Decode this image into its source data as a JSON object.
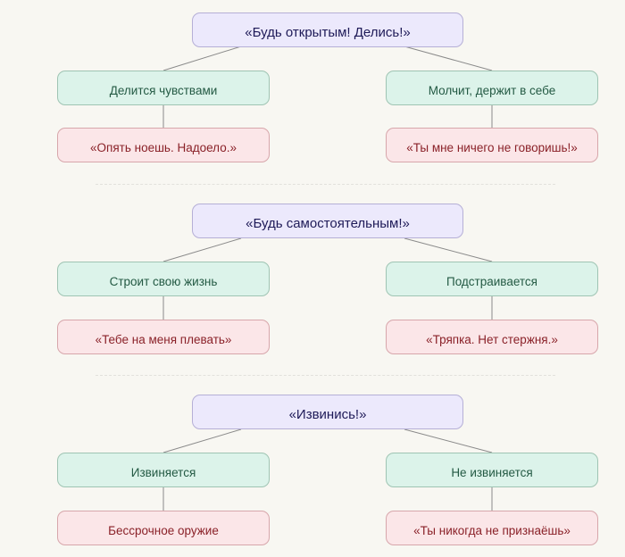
{
  "diagram": {
    "theme": {
      "background": "#f8f7f2",
      "root_fill": "#ece9fc",
      "root_text": "#1e1a57",
      "action_fill": "#dcf3ea",
      "action_text": "#245a44",
      "reaction_fill": "#fbe6e8",
      "reaction_text": "#8a2128",
      "connector": "#8a8a8a"
    },
    "groups": [
      {
        "demand": "«Будь открытым! Делись!»",
        "branches": [
          {
            "action": "Делится чувствами",
            "reaction": "«Опять ноешь. Надоело.»"
          },
          {
            "action": "Молчит, держит в себе",
            "reaction": "«Ты мне ничего не говоришь!»"
          }
        ]
      },
      {
        "demand": "«Будь самостоятельным!»",
        "branches": [
          {
            "action": "Строит свою жизнь",
            "reaction": "«Тебе на меня плевать»"
          },
          {
            "action": "Подстраивается",
            "reaction": "«Тряпка. Нет стержня.»"
          }
        ]
      },
      {
        "demand": "«Извинись!»",
        "branches": [
          {
            "action": "Извиняется",
            "reaction": "Бессрочное оружие"
          },
          {
            "action": "Не извиняется",
            "reaction": "«Ты никогда не признаёшь»"
          }
        ]
      }
    ]
  }
}
